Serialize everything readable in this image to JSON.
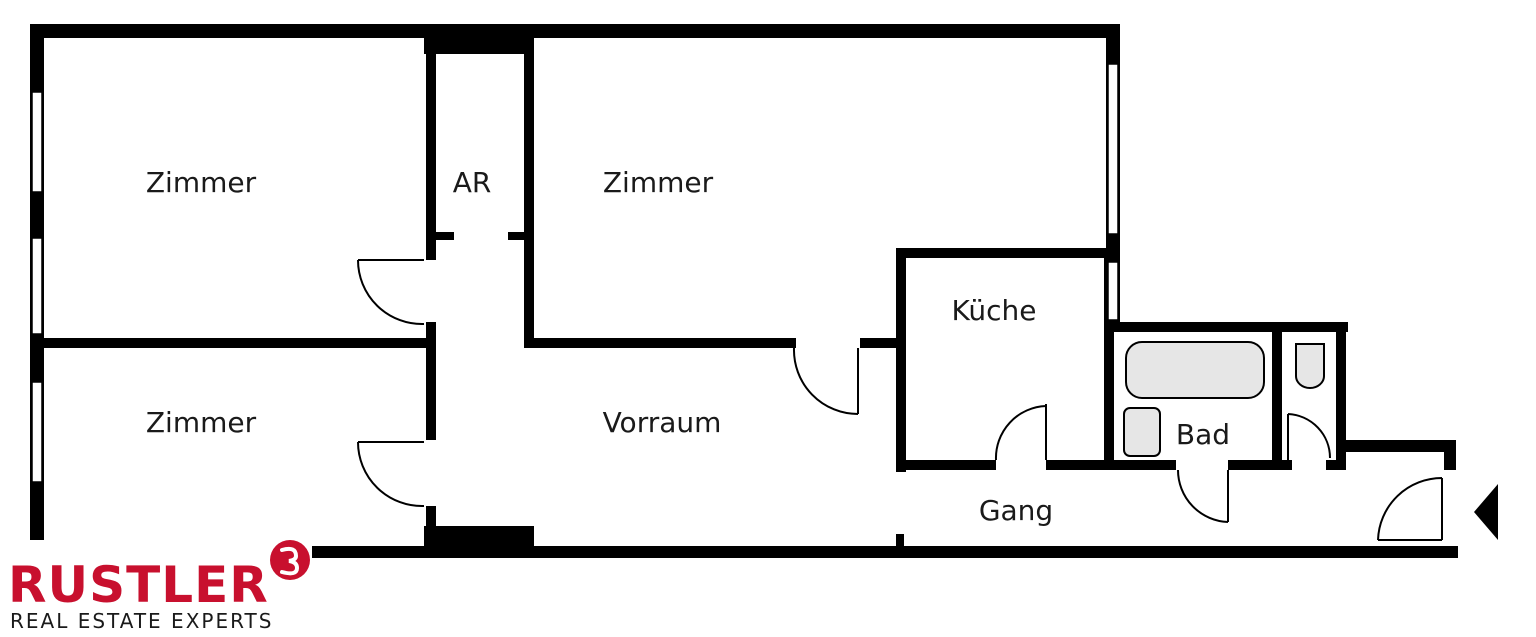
{
  "rooms": {
    "zimmer_top_left": "Zimmer",
    "ar": "AR",
    "zimmer_top_right": "Zimmer",
    "kueche": "Küche",
    "zimmer_bottom_left": "Zimmer",
    "vorraum": "Vorraum",
    "bad": "Bad",
    "gang": "Gang"
  },
  "brand": {
    "name": "RUSTLER",
    "tagline": "REAL ESTATE EXPERTS",
    "logo_mark": "rustler-logo-icon",
    "accent_color": "#c8102e"
  },
  "colors": {
    "wall": "#000000",
    "fixture_fill": "#e6e6e6"
  }
}
